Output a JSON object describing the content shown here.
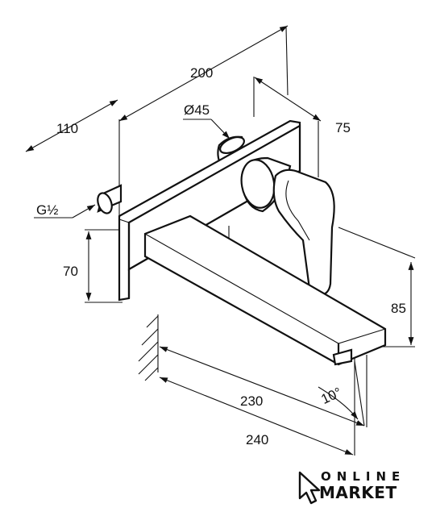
{
  "dimensions": {
    "overall_depth": "200",
    "depth_to_wall": "110",
    "pipe_diameter": "Ø45",
    "lever_offset": "75",
    "thread": "G½",
    "plate_height": "70",
    "spout_height": "85",
    "spout_length_inner": "230",
    "spout_length_outer": "240",
    "spout_angle": "10°"
  },
  "logo": {
    "line1": "ONLINE",
    "line2": "MARKET"
  }
}
